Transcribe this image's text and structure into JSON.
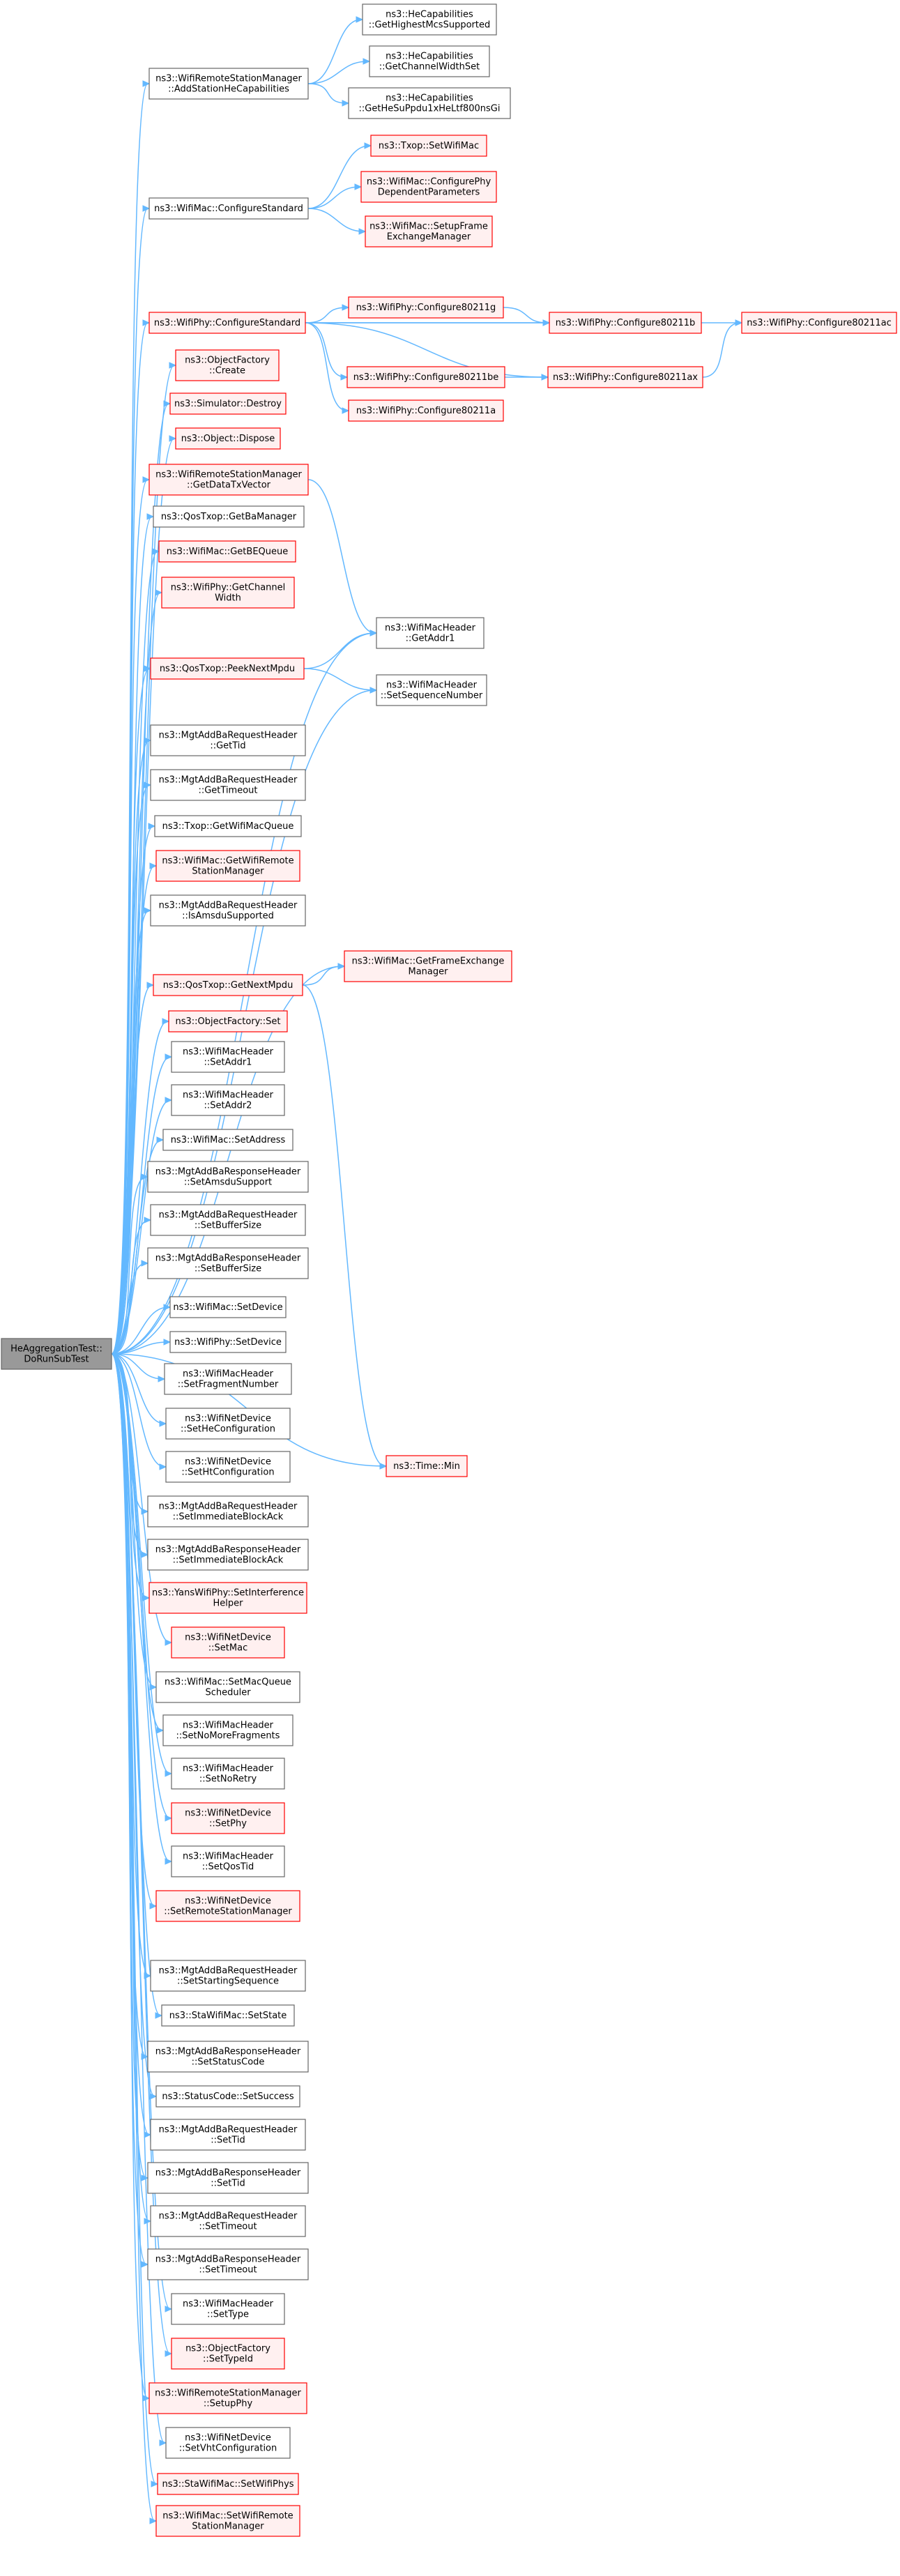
{
  "graph_title": "",
  "colors": {
    "edge": "#63b8ff",
    "root_fill": "#999999",
    "root_border": "#666666",
    "doc_border": "#666666",
    "nodoc_border": "#ff0000",
    "nodoc_fill": "#fff0f0",
    "doc_fill": "#ffffff"
  },
  "root": {
    "id": "root",
    "lines": [
      "HeAggregationTest::",
      "DoRunSubTest"
    ]
  },
  "nodes": [
    {
      "id": "n_addstation",
      "lines": [
        "ns3::WifiRemoteStationManager",
        "::AddStationHeCapabilities"
      ],
      "style": "doc"
    },
    {
      "id": "n_gethighest",
      "lines": [
        "ns3::HeCapabilities",
        "::GetHighestMcsSupported"
      ],
      "style": "doc"
    },
    {
      "id": "n_getchannelwidthset",
      "lines": [
        "ns3::HeCapabilities",
        "::GetChannelWidthSet"
      ],
      "style": "doc"
    },
    {
      "id": "n_getppdu",
      "lines": [
        "ns3::HeCapabilities",
        "::GetHeSuPpdu1xHeLtf800nsGi"
      ],
      "style": "doc"
    },
    {
      "id": "n_configstandard_mac",
      "lines": [
        "ns3::WifiMac::ConfigureStandard"
      ],
      "style": "doc"
    },
    {
      "id": "n_txop_setwifimac",
      "lines": [
        "ns3::Txop::SetWifiMac"
      ],
      "style": "nodoc"
    },
    {
      "id": "n_configphydep",
      "lines": [
        "ns3::WifiMac::ConfigurePhy",
        "DependentParameters"
      ],
      "style": "nodoc"
    },
    {
      "id": "n_setupframe",
      "lines": [
        "ns3::WifiMac::SetupFrame",
        "ExchangeManager"
      ],
      "style": "nodoc"
    },
    {
      "id": "n_phy_configstandard",
      "lines": [
        "ns3::WifiPhy::ConfigureStandard"
      ],
      "style": "nodoc"
    },
    {
      "id": "n_c80211g",
      "lines": [
        "ns3::WifiPhy::Configure80211g"
      ],
      "style": "nodoc"
    },
    {
      "id": "n_c80211b",
      "lines": [
        "ns3::WifiPhy::Configure80211b"
      ],
      "style": "nodoc"
    },
    {
      "id": "n_c80211ac",
      "lines": [
        "ns3::WifiPhy::Configure80211ac"
      ],
      "style": "nodoc"
    },
    {
      "id": "n_c80211be",
      "lines": [
        "ns3::WifiPhy::Configure80211be"
      ],
      "style": "nodoc"
    },
    {
      "id": "n_c80211ax",
      "lines": [
        "ns3::WifiPhy::Configure80211ax"
      ],
      "style": "nodoc"
    },
    {
      "id": "n_c80211a",
      "lines": [
        "ns3::WifiPhy::Configure80211a"
      ],
      "style": "nodoc"
    },
    {
      "id": "n_objfactory_create",
      "lines": [
        "ns3::ObjectFactory",
        "::Create"
      ],
      "style": "nodoc"
    },
    {
      "id": "n_sim_destroy",
      "lines": [
        "ns3::Simulator::Destroy"
      ],
      "style": "nodoc"
    },
    {
      "id": "n_obj_dispose",
      "lines": [
        "ns3::Object::Dispose"
      ],
      "style": "nodoc"
    },
    {
      "id": "n_getdatatxvector",
      "lines": [
        "ns3::WifiRemoteStationManager",
        "::GetDataTxVector"
      ],
      "style": "nodoc"
    },
    {
      "id": "n_getbamanager",
      "lines": [
        "ns3::QosTxop::GetBaManager"
      ],
      "style": "doc"
    },
    {
      "id": "n_getbequeue",
      "lines": [
        "ns3::WifiMac::GetBEQueue"
      ],
      "style": "nodoc"
    },
    {
      "id": "n_getchannelwidth",
      "lines": [
        "ns3::WifiPhy::GetChannel",
        "Width"
      ],
      "style": "nodoc"
    },
    {
      "id": "n_getaddr1",
      "lines": [
        "ns3::WifiMacHeader",
        "::GetAddr1"
      ],
      "style": "doc"
    },
    {
      "id": "n_peeknextmpdu",
      "lines": [
        "ns3::QosTxop::PeekNextMpdu"
      ],
      "style": "nodoc"
    },
    {
      "id": "n_setseqnum",
      "lines": [
        "ns3::WifiMacHeader",
        "::SetSequenceNumber"
      ],
      "style": "doc"
    },
    {
      "id": "n_gettid",
      "lines": [
        "ns3::MgtAddBaRequestHeader",
        "::GetTid"
      ],
      "style": "doc"
    },
    {
      "id": "n_gettimeout",
      "lines": [
        "ns3::MgtAddBaRequestHeader",
        "::GetTimeout"
      ],
      "style": "doc"
    },
    {
      "id": "n_getwifimacqueue",
      "lines": [
        "ns3::Txop::GetWifiMacQueue"
      ],
      "style": "doc"
    },
    {
      "id": "n_getwifiremote",
      "lines": [
        "ns3::WifiMac::GetWifiRemote",
        "StationManager"
      ],
      "style": "nodoc"
    },
    {
      "id": "n_isamsdu",
      "lines": [
        "ns3::MgtAddBaRequestHeader",
        "::IsAmsduSupported"
      ],
      "style": "doc"
    },
    {
      "id": "n_getframeexch",
      "lines": [
        "ns3::WifiMac::GetFrameExchange",
        "Manager"
      ],
      "style": "nodoc"
    },
    {
      "id": "n_getnextmpdu",
      "lines": [
        "ns3::QosTxop::GetNextMpdu"
      ],
      "style": "nodoc"
    },
    {
      "id": "n_objfactory_set",
      "lines": [
        "ns3::ObjectFactory::Set"
      ],
      "style": "nodoc"
    },
    {
      "id": "n_setaddr1",
      "lines": [
        "ns3::WifiMacHeader",
        "::SetAddr1"
      ],
      "style": "doc"
    },
    {
      "id": "n_setaddr2",
      "lines": [
        "ns3::WifiMacHeader",
        "::SetAddr2"
      ],
      "style": "doc"
    },
    {
      "id": "n_setaddress",
      "lines": [
        "ns3::WifiMac::SetAddress"
      ],
      "style": "doc"
    },
    {
      "id": "n_resp_setamsdu",
      "lines": [
        "ns3::MgtAddBaResponseHeader",
        "::SetAmsduSupport"
      ],
      "style": "doc"
    },
    {
      "id": "n_req_setbuffersize",
      "lines": [
        "ns3::MgtAddBaRequestHeader",
        "::SetBufferSize"
      ],
      "style": "doc"
    },
    {
      "id": "n_resp_setbuffersize",
      "lines": [
        "ns3::MgtAddBaResponseHeader",
        "::SetBufferSize"
      ],
      "style": "doc"
    },
    {
      "id": "n_mac_setdevice",
      "lines": [
        "ns3::WifiMac::SetDevice"
      ],
      "style": "doc"
    },
    {
      "id": "n_phy_setdevice",
      "lines": [
        "ns3::WifiPhy::SetDevice"
      ],
      "style": "doc"
    },
    {
      "id": "n_setfragnum",
      "lines": [
        "ns3::WifiMacHeader",
        "::SetFragmentNumber"
      ],
      "style": "doc"
    },
    {
      "id": "n_sethecfg",
      "lines": [
        "ns3::WifiNetDevice",
        "::SetHeConfiguration"
      ],
      "style": "doc"
    },
    {
      "id": "n_sethtcfg",
      "lines": [
        "ns3::WifiNetDevice",
        "::SetHtConfiguration"
      ],
      "style": "doc"
    },
    {
      "id": "n_time_min",
      "lines": [
        "ns3::Time::Min"
      ],
      "style": "nodoc"
    },
    {
      "id": "n_req_setimmba",
      "lines": [
        "ns3::MgtAddBaRequestHeader",
        "::SetImmediateBlockAck"
      ],
      "style": "doc"
    },
    {
      "id": "n_resp_setimmba",
      "lines": [
        "ns3::MgtAddBaResponseHeader",
        "::SetImmediateBlockAck"
      ],
      "style": "doc"
    },
    {
      "id": "n_setinterference",
      "lines": [
        "ns3::YansWifiPhy::SetInterference",
        "Helper"
      ],
      "style": "nodoc"
    },
    {
      "id": "n_setmac",
      "lines": [
        "ns3::WifiNetDevice",
        "::SetMac"
      ],
      "style": "nodoc"
    },
    {
      "id": "n_setmacqueuesched",
      "lines": [
        "ns3::WifiMac::SetMacQueue",
        "Scheduler"
      ],
      "style": "doc"
    },
    {
      "id": "n_setnomorefrag",
      "lines": [
        "ns3::WifiMacHeader",
        "::SetNoMoreFragments"
      ],
      "style": "doc"
    },
    {
      "id": "n_setnoretry",
      "lines": [
        "ns3::WifiMacHeader",
        "::SetNoRetry"
      ],
      "style": "doc"
    },
    {
      "id": "n_setphy",
      "lines": [
        "ns3::WifiNetDevice",
        "::SetPhy"
      ],
      "style": "nodoc"
    },
    {
      "id": "n_setqostid",
      "lines": [
        "ns3::WifiMacHeader",
        "::SetQosTid"
      ],
      "style": "doc"
    },
    {
      "id": "n_setremotemgr",
      "lines": [
        "ns3::WifiNetDevice",
        "::SetRemoteStationManager"
      ],
      "style": "nodoc"
    },
    {
      "id": "n_setstartseq",
      "lines": [
        "ns3::MgtAddBaRequestHeader",
        "::SetStartingSequence"
      ],
      "style": "doc"
    },
    {
      "id": "n_setstate",
      "lines": [
        "ns3::StaWifiMac::SetState"
      ],
      "style": "doc"
    },
    {
      "id": "n_resp_setstatuscode",
      "lines": [
        "ns3::MgtAddBaResponseHeader",
        "::SetStatusCode"
      ],
      "style": "doc"
    },
    {
      "id": "n_setsuccess",
      "lines": [
        "ns3::StatusCode::SetSuccess"
      ],
      "style": "doc"
    },
    {
      "id": "n_req_settid",
      "lines": [
        "ns3::MgtAddBaRequestHeader",
        "::SetTid"
      ],
      "style": "doc"
    },
    {
      "id": "n_resp_settid",
      "lines": [
        "ns3::MgtAddBaResponseHeader",
        "::SetTid"
      ],
      "style": "doc"
    },
    {
      "id": "n_req_settimeout",
      "lines": [
        "ns3::MgtAddBaRequestHeader",
        "::SetTimeout"
      ],
      "style": "doc"
    },
    {
      "id": "n_resp_settimeout",
      "lines": [
        "ns3::MgtAddBaResponseHeader",
        "::SetTimeout"
      ],
      "style": "doc"
    },
    {
      "id": "n_settype",
      "lines": [
        "ns3::WifiMacHeader",
        "::SetType"
      ],
      "style": "doc"
    },
    {
      "id": "n_settypeid",
      "lines": [
        "ns3::ObjectFactory",
        "::SetTypeId"
      ],
      "style": "nodoc"
    },
    {
      "id": "n_setupphy",
      "lines": [
        "ns3::WifiRemoteStationManager",
        "::SetupPhy"
      ],
      "style": "nodoc"
    },
    {
      "id": "n_setvhtcfg",
      "lines": [
        "ns3::WifiNetDevice",
        "::SetVhtConfiguration"
      ],
      "style": "doc"
    },
    {
      "id": "n_setwifiphys",
      "lines": [
        "ns3::StaWifiMac::SetWifiPhys"
      ],
      "style": "nodoc"
    },
    {
      "id": "n_setwifiremote",
      "lines": [
        "ns3::WifiMac::SetWifiRemote",
        "StationManager"
      ],
      "style": "nodoc"
    }
  ],
  "edges": [
    [
      "n_addstation",
      "n_gethighest"
    ],
    [
      "n_addstation",
      "n_getchannelwidthset"
    ],
    [
      "n_addstation",
      "n_getppdu"
    ],
    [
      "n_configstandard_mac",
      "n_txop_setwifimac"
    ],
    [
      "n_configstandard_mac",
      "n_configphydep"
    ],
    [
      "n_configstandard_mac",
      "n_setupframe"
    ],
    [
      "n_phy_configstandard",
      "n_c80211g"
    ],
    [
      "n_phy_configstandard",
      "n_c80211b"
    ],
    [
      "n_phy_configstandard",
      "n_c80211ac"
    ],
    [
      "n_phy_configstandard",
      "n_c80211be"
    ],
    [
      "n_phy_configstandard",
      "n_c80211ax"
    ],
    [
      "n_phy_configstandard",
      "n_c80211a"
    ],
    [
      "n_c80211g",
      "n_c80211b"
    ],
    [
      "n_c80211be",
      "n_c80211ax"
    ],
    [
      "n_c80211ax",
      "n_c80211ac"
    ],
    [
      "n_getdatatxvector",
      "n_getaddr1"
    ],
    [
      "n_peeknextmpdu",
      "n_getaddr1"
    ],
    [
      "n_peeknextmpdu",
      "n_setseqnum"
    ],
    [
      "n_getnextmpdu",
      "n_getframeexch"
    ],
    [
      "n_getnextmpdu",
      "n_time_min"
    ]
  ],
  "root_edges_note": "root calls every second-column node plus GetAddr1, SetSequenceNumber, GetFrameExchangeManager, Time::Min"
}
